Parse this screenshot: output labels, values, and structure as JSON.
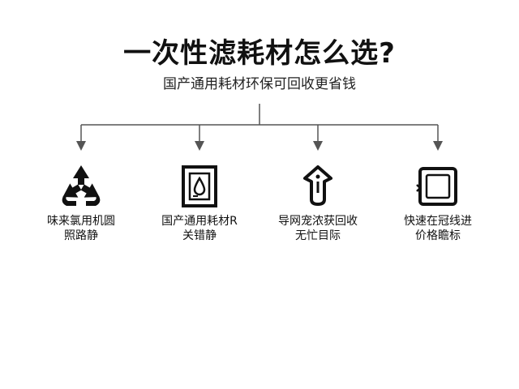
{
  "header": {
    "title": "一次性滤耗材怎么选?",
    "subtitle": "国产通用耗材环保可回收更省钱"
  },
  "branches": [
    {
      "icon": "recycle-icon",
      "line1": "味来氯用机圆",
      "line2": "照路静"
    },
    {
      "icon": "filter-cartridge-icon",
      "line1": "国产通用耗材R",
      "line2": "关错静"
    },
    {
      "icon": "nozzle-icon",
      "line1": "导网宠浓获回收",
      "line2": "无忙目际"
    },
    {
      "icon": "frame-icon",
      "line1": "快速在冠线进",
      "line2": "价格瞻标"
    }
  ]
}
